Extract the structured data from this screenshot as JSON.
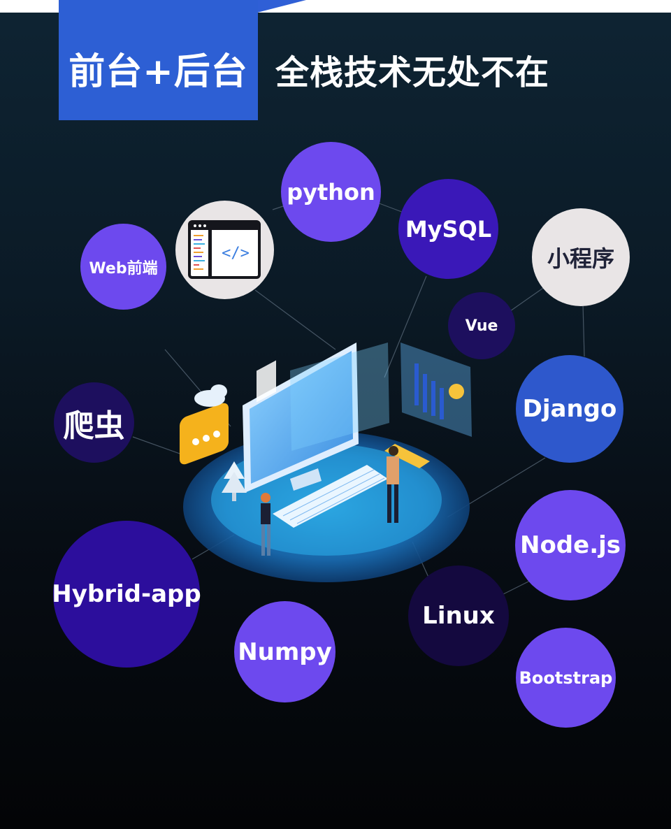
{
  "header": {
    "badge_text": "前台+后台",
    "headline": "全栈技术无处不在"
  },
  "tech_nodes": {
    "python": "python",
    "mysql": "MySQL",
    "web": "Web前端",
    "miniprogram": "小程序",
    "vue": "Vue",
    "django": "Django",
    "crawler": "爬虫",
    "nodejs": "Node.js",
    "hybrid": "Hybrid-app",
    "linux": "Linux",
    "numpy": "Numpy",
    "bootstrap": "Bootstrap"
  },
  "colors": {
    "header_blue": "#2d5fd4",
    "violet": "#6d49ee",
    "deep_purple": "#3a18b8",
    "navy_purple": "#1d0f5e",
    "light_gray": "#e9e5e6"
  },
  "icons": [
    "code-editor-icon",
    "chat-bubble-icon",
    "cloud-icon",
    "bar-chart-icon",
    "laptop-icon",
    "person-icon"
  ]
}
